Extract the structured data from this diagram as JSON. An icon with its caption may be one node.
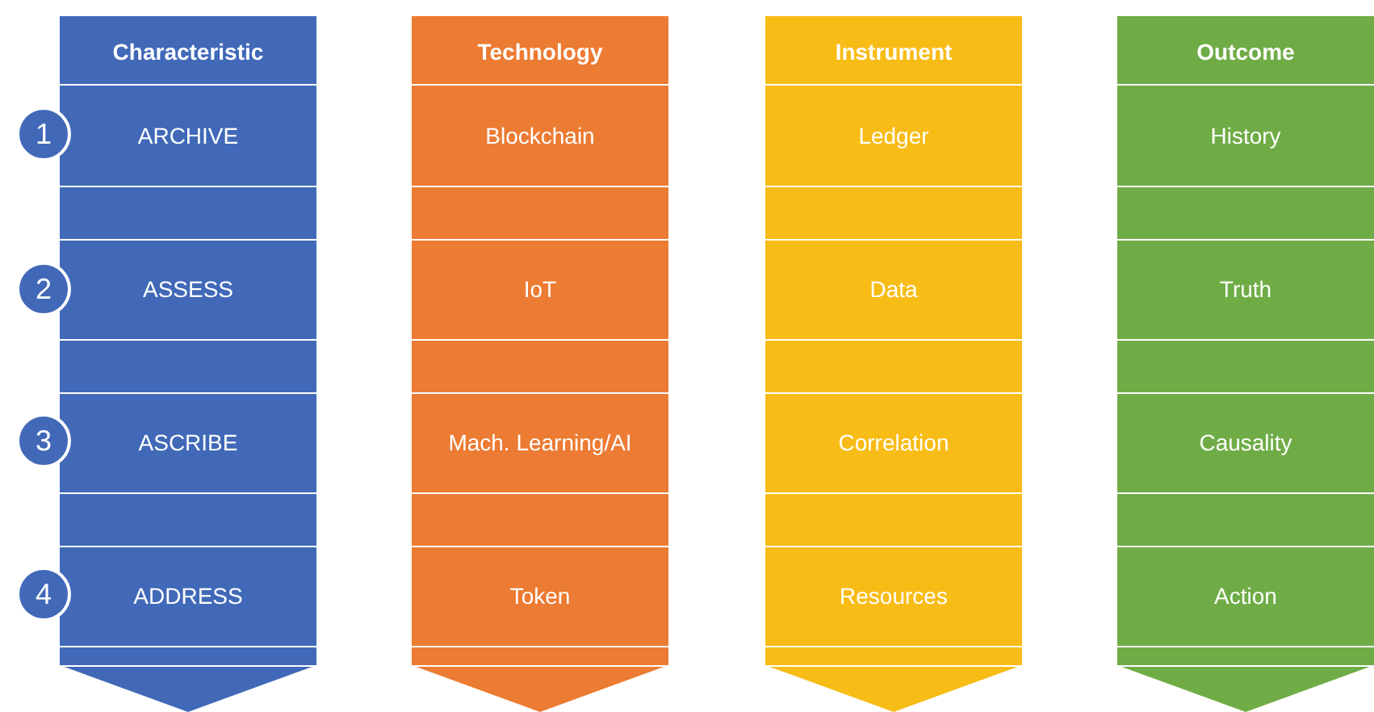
{
  "diagram": {
    "nodes": [
      {
        "text": [
          "1"
        ]
      },
      {
        "text": [
          "2"
        ]
      },
      {
        "text": [
          "3"
        ]
      },
      {
        "text": [
          "4"
        ]
      },
      {
        "text": [
          "Characteristic"
        ]
      },
      {
        "text": [
          "ARCHIVE"
        ],
        "in": 4
      },
      {
        "text": [
          "ASSESS"
        ],
        "in": 4
      },
      {
        "text": [
          "ASCRIBE"
        ],
        "in": 4
      },
      {
        "text": [
          "ADDRESS"
        ],
        "in": 4
      },
      {
        "text": [
          "Technology"
        ]
      },
      {
        "text": [
          "Blockchain"
        ],
        "in": 9
      },
      {
        "text": [
          "IoT"
        ],
        "in": 9
      },
      {
        "text": [
          "Mach. Learning/AI"
        ],
        "in": 9
      },
      {
        "text": [
          "Token"
        ],
        "in": 9
      },
      {
        "text": [
          "Instrument"
        ]
      },
      {
        "text": [
          "Ledger"
        ],
        "in": 14
      },
      {
        "text": [
          "Data"
        ],
        "in": 14
      },
      {
        "text": [
          "Correlation"
        ],
        "in": 14
      },
      {
        "text": [
          "Resources"
        ],
        "in": 14
      },
      {
        "text": [
          "Outcome"
        ]
      },
      {
        "text": [
          "History"
        ],
        "in": 19
      },
      {
        "text": [
          "Truth"
        ],
        "in": 19
      },
      {
        "text": [
          "Causality"
        ],
        "in": 19
      },
      {
        "text": [
          "Action"
        ],
        "in": 19
      }
    ]
  }
}
